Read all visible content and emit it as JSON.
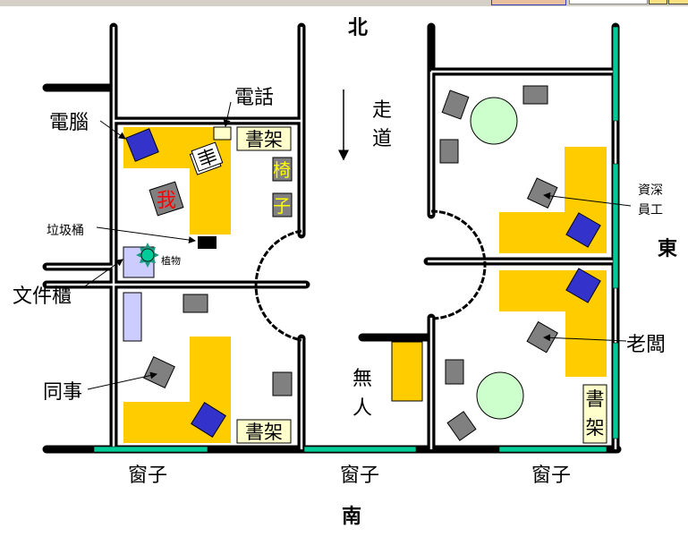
{
  "colors": {
    "desk": "#ffcc00",
    "computer": "#3333cc",
    "chair": "#808080",
    "window": "#00cc99",
    "cabinet": "#ccccff",
    "table": "#ccffcc",
    "shelf": "#ffffcc",
    "plant": "#00cc99"
  },
  "compass": {
    "north": "北",
    "south": "南",
    "east": "東"
  },
  "corridor": {
    "label_1": "走",
    "label_2": "道"
  },
  "vacant": {
    "label_1": "無",
    "label_2": "人"
  },
  "labels": {
    "computer": "電腦",
    "phone": "電話",
    "trash": "垃圾桶",
    "plant": "植物",
    "file_cabinet": "文件櫃",
    "colleague": "同事",
    "me": "我",
    "chair_1": "椅",
    "chair_2": "子",
    "bookshelf": "書架",
    "bookshelf_v1": "書",
    "bookshelf_v2": "架",
    "senior_1": "資深",
    "senior_2": "員工",
    "boss": "老闆",
    "window": "窗子"
  }
}
